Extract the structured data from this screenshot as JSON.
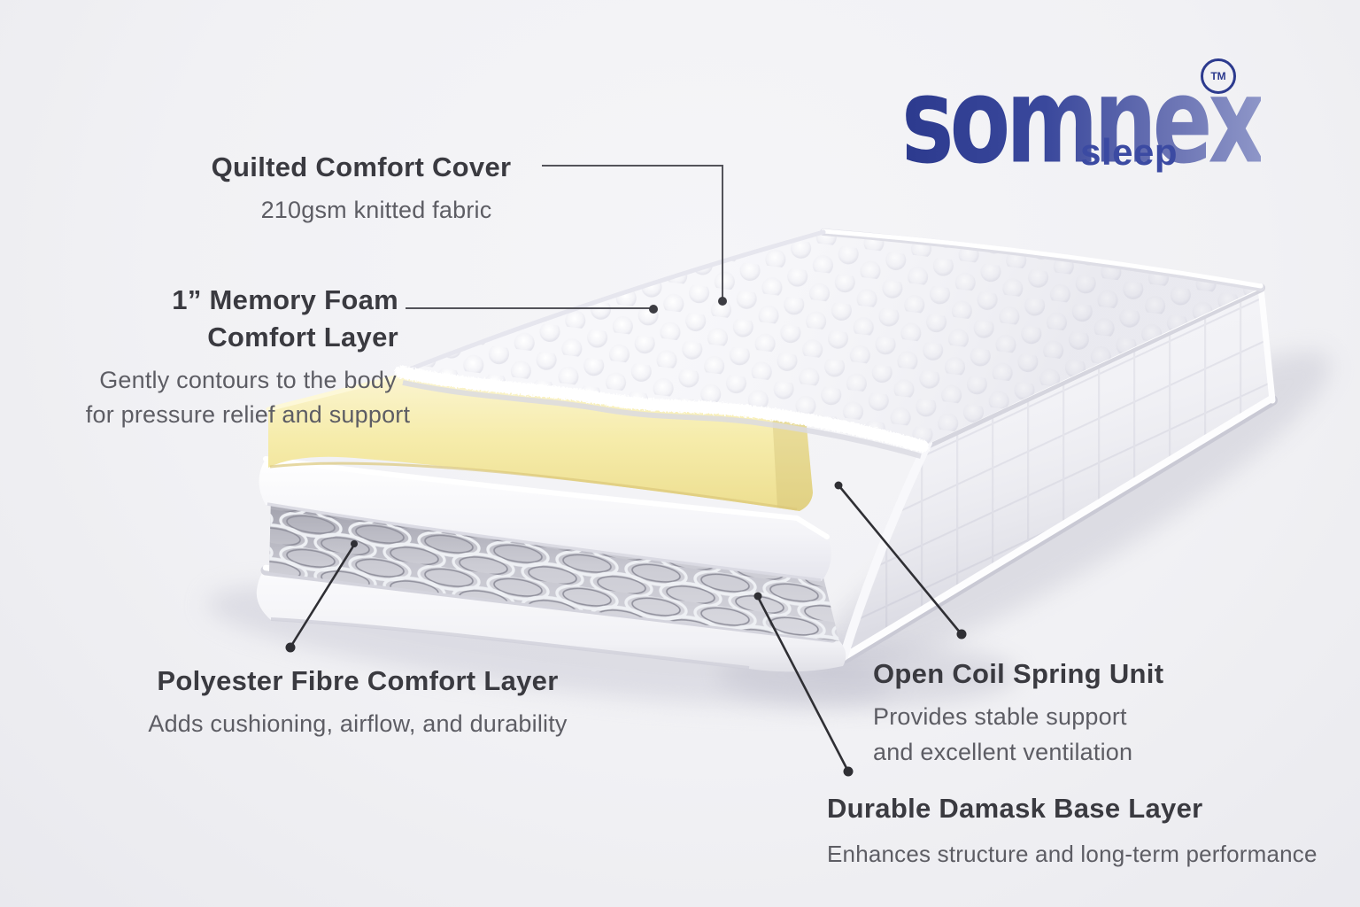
{
  "brand": {
    "name": "somnex",
    "trademark": "TM",
    "tagline": "sleep",
    "color_dark": "#2c3a8e",
    "color_light": "#8e96c8",
    "tagline_color": "#3b4aa2"
  },
  "illustration": {
    "name": "mattress-cutaway",
    "foam_color": "#f6ecab",
    "line_color": "#2f2f34"
  },
  "callouts": {
    "quilted": {
      "title": "Quilted Comfort Cover",
      "subtitle": "210gsm knitted fabric"
    },
    "memory_foam": {
      "title_line1": "1” Memory Foam",
      "title_line2": "Comfort Layer",
      "subtitle_line1": "Gently contours to the body",
      "subtitle_line2": "for pressure relief and support"
    },
    "polyester": {
      "title": "Polyester Fibre Comfort Layer",
      "subtitle": "Adds cushioning, airflow, and durability"
    },
    "open_coil": {
      "title": "Open Coil Spring Unit",
      "subtitle_line1": "Provides stable support",
      "subtitle_line2": "and excellent ventilation"
    },
    "damask": {
      "title": "Durable Damask Base Layer",
      "subtitle": "Enhances structure and long-term performance"
    }
  }
}
